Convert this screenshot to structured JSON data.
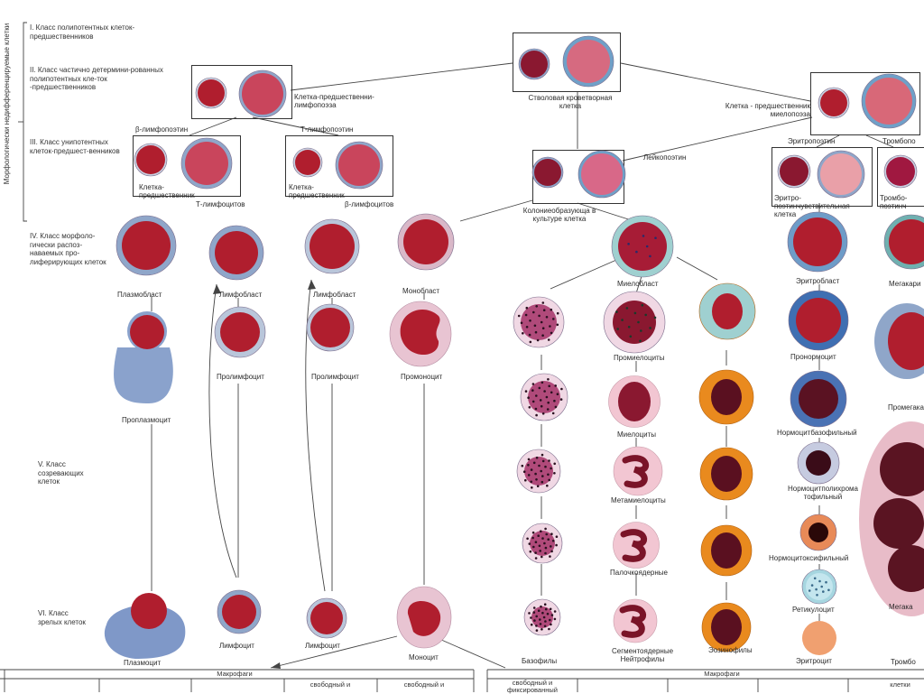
{
  "classes": {
    "c1": "I. Класс полипотентных клеток-предшественников",
    "c2": "II. Класс частично детермини-рованных полипотентных кле-ток -предшественников",
    "c3": "III. Класс унипотентных клеток-предшест-венников",
    "c4": "IV. Класс морфоло-гически распоз-наваемых про-лиферирующих клеток",
    "c5": "V. Класс созревающих клеток",
    "c6": "VI. Класс зрелых клеток",
    "side": "Морфологически недифференцируемые клетки"
  },
  "labels": {
    "stem": "Стволовая кроветворная клетка",
    "lymph_prec": "Клетка-предшественни- лимфопоэза",
    "myelo_prec": "Клетка - предшественник миелопоэза",
    "b_poietin": "β-лимфопоэтин",
    "t_poietin": "Т-лимфопоэтин",
    "leuko_poietin": "Лейкопоэтин",
    "erythro_poietin": "Эритропоэтин",
    "thrombo_poietin": "Тромбопо",
    "b_prec": "Клетка- предшественник",
    "t_prec_tail": "Т-лимфоцитов",
    "t_prec": "Клетка- предшественник",
    "b_prec_tail": "β-лимфоцитов",
    "cfu": "Колониеобразующа в культуре клетка",
    "erythro_prec": "Эритро- поэтинчувствительная клетка",
    "thrombo_prec": "Тромбо- поэтинч",
    "plasmoblast": "Плазмобласт",
    "lymphoblast1": "Лимфобласт",
    "lymphoblast2": "Лимфобласт",
    "monoblast": "Монобласт",
    "myeloblast": "Миелобласт",
    "erythroblast": "Эритробласт",
    "megakar": "Мегакари",
    "proplasmocyte": "Проплазмоцит",
    "prolymph1": "Пролимфоцит",
    "prolymph2": "Пролимфоцит",
    "promonocyte": "Промоноцит",
    "promyelocytes": "Промиелоциты",
    "myelocytes": "Миелоциты",
    "metamyelocytes": "Метамиелоциты",
    "band": "Палочкоядерные",
    "segmented": "Сегментоядерные Нейтрофилы",
    "pronormocyte": "Пронормоцит",
    "normo_baso": "Нормоцитбазофильный",
    "normo_poly": "Нормоцитполихрома тофильный",
    "normo_oxy": "Нормоцитоксифильный",
    "reticulocyte": "Ретикулоцит",
    "erythrocyte": "Эритроцит",
    "promegakar": "Промегака",
    "megakar2": "Мегака",
    "thrombocyte": "Тромбо",
    "plasmocyte": "Плазмоцит",
    "lymphocyte1": "Лимфоцит",
    "lymphocyte2": "Лимфоцит",
    "monocyte": "Моноцит",
    "basophils": "Базофилы",
    "eosinophils": "Эозинофилы"
  },
  "table": {
    "left_header": "Макрофаги",
    "right_header": "Макрофаги",
    "left_cells": [
      "",
      "",
      "",
      "свободный и",
      "свободный и"
    ],
    "right_cells": [
      "свободный и фиксированный",
      "",
      "",
      "",
      "клетки"
    ]
  },
  "colors": {
    "nucleus": "#b01e2e",
    "cytoplasm_blue": "#8fa6c9",
    "cytoplasm_pink": "#e8b9c4",
    "eosin": "#e98a1e",
    "baso_grain": "#2a1020"
  }
}
